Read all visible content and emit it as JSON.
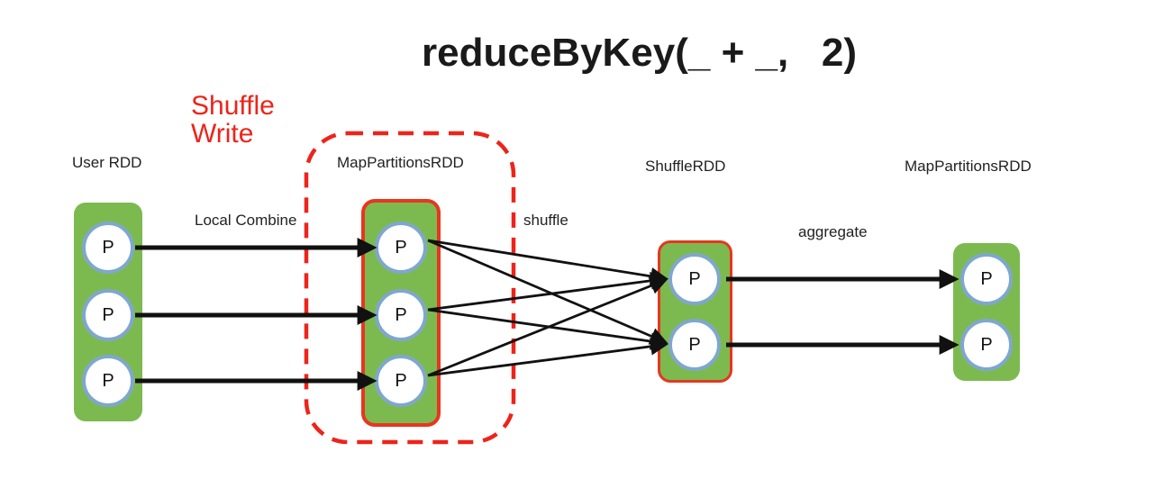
{
  "title": "reduceByKey(_ + _,   2)",
  "labels": {
    "shuffle_write": "Shuffle Write",
    "local_combine": "Local Combine",
    "shuffle": "shuffle",
    "aggregate": "aggregate"
  },
  "rdds": {
    "user_rdd": {
      "label": "User RDD",
      "partitions": [
        "P",
        "P",
        "P"
      ]
    },
    "map_partitions_rdd_1": {
      "label": "MapPartitionsRDD",
      "partitions": [
        "P",
        "P",
        "P"
      ],
      "highlighted": true,
      "inside_shuffle_write_boundary": true
    },
    "shuffle_rdd": {
      "label": "ShuffleRDD",
      "partitions": [
        "P",
        "P"
      ],
      "highlighted": true
    },
    "map_partitions_rdd_2": {
      "label": "MapPartitionsRDD",
      "partitions": [
        "P",
        "P"
      ]
    }
  },
  "edges": [
    {
      "label": "Local Combine",
      "from": "user_rdd",
      "to": "map_partitions_rdd_1",
      "style": "one-to-one",
      "count": 3
    },
    {
      "label": "shuffle",
      "from": "map_partitions_rdd_1",
      "to": "shuffle_rdd",
      "style": "all-to-all",
      "count": 6
    },
    {
      "label": "aggregate",
      "from": "shuffle_rdd",
      "to": "map_partitions_rdd_2",
      "style": "one-to-one",
      "count": 2
    }
  ],
  "colors": {
    "rdd_green": "#7CBA50",
    "partition_ring_blue": "#7FA7CE",
    "highlight_red": "#EE231A",
    "arrow_black": "#111111"
  }
}
